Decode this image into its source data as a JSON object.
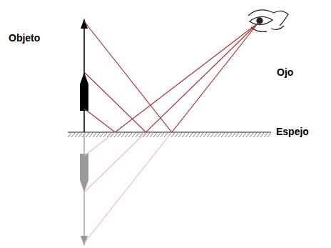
{
  "diagram": {
    "labels": [
      "Objeto",
      "Ojo",
      "Espejo"
    ]
  }
}
